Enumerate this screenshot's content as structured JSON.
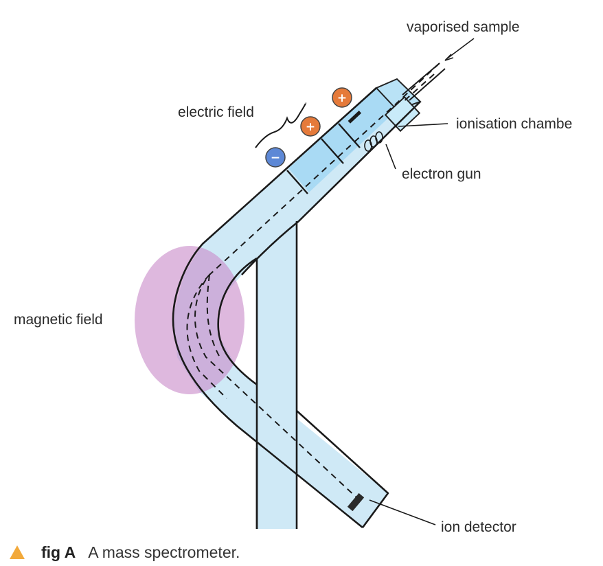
{
  "figure": {
    "labels": {
      "vaporised_sample": "vaporised sample",
      "electric_field": "electric field",
      "ionisation_chamber": "ionisation chambe",
      "electron_gun": "electron gun",
      "magnetic_field": "magnetic field",
      "ion_detector": "ion detector"
    },
    "plate_signs": {
      "positive_top": "+",
      "positive_middle": "+",
      "negative": "−"
    },
    "colors": {
      "tube": "#cfe9f6",
      "chamber": "#a9daf4",
      "magnetic_field": "#c98cc9",
      "positive_plate": "#e57a3a",
      "negative_plate": "#5d88d6",
      "caption_icon": "#f2a93b"
    }
  },
  "caption": {
    "icon": "triangle-icon",
    "number": "fig A",
    "text": "A mass spectrometer."
  }
}
